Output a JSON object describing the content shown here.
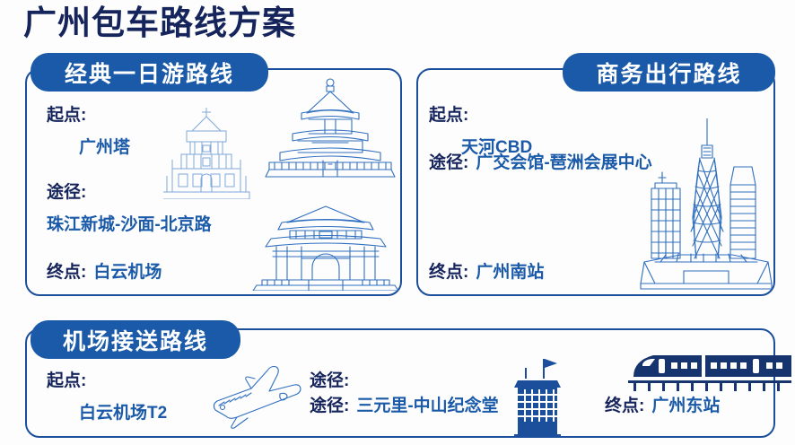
{
  "page": {
    "title": "广州包车路线方案",
    "accent_blue": "#1a5aa8",
    "dark_navy": "#16245c",
    "line_blue": "#2f6fc0",
    "background": "#fdfdfd"
  },
  "cards": {
    "classic": {
      "header": "经典一日游路线",
      "start_label": "起点:",
      "start_value": "广州塔",
      "via_label": "途径:",
      "via_value": "珠江新城-沙面-北京路",
      "end_label": "终点:",
      "end_value": "白云机场",
      "illustrations": [
        "ruins-of-st-pauls-icon",
        "temple-of-heaven-icon",
        "chinese-gate-icon"
      ]
    },
    "business": {
      "header": "商务出行路线",
      "start_label": "起点:",
      "start_value": "天河CBD",
      "via_label": "途径:",
      "via_value": "广交会馆-琶洲会展中心",
      "end_label": "终点:",
      "end_value": "广州南站",
      "illustrations": [
        "guangzhou-skyline-icon"
      ]
    },
    "airport": {
      "header": "机场接送路线",
      "start_label": "起点:",
      "start_value": "白云机场T2",
      "via_label_1": "途径:",
      "via_label_2": "途径:",
      "via_value": "三元里-中山纪念堂",
      "end_label": "终点:",
      "end_value": "广州东站",
      "illustrations": [
        "airplane-icon",
        "memorial-hall-icon",
        "high-speed-train-icon"
      ]
    }
  }
}
